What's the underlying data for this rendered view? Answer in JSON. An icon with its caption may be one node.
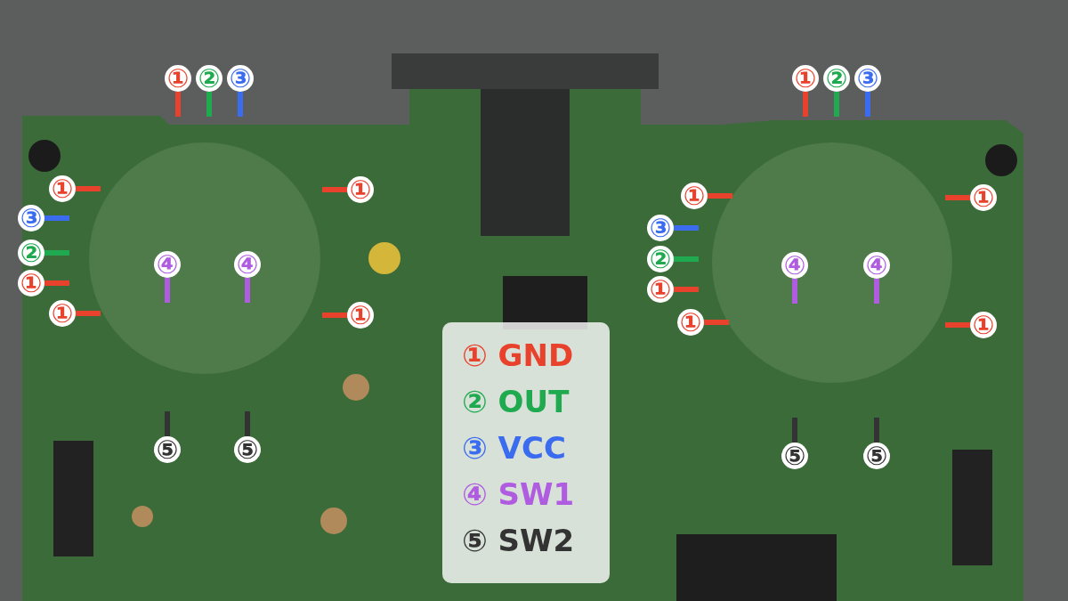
{
  "diagram": {
    "nodes": [
      {
        "text": [
          "①"
        ]
      },
      {
        "text": [
          "②"
        ]
      },
      {
        "text": [
          "③"
        ]
      },
      {
        "text": [
          "①"
        ]
      },
      {
        "text": [
          "②"
        ]
      },
      {
        "text": [
          "③"
        ]
      },
      {
        "text": [
          "①"
        ]
      },
      {
        "text": [
          "①"
        ]
      },
      {
        "text": [
          "①"
        ]
      },
      {
        "text": [
          "①"
        ]
      },
      {
        "text": [
          "③"
        ]
      },
      {
        "text": [
          "③"
        ]
      },
      {
        "text": [
          "②"
        ]
      },
      {
        "text": [
          "②"
        ]
      },
      {
        "text": [
          "④"
        ]
      },
      {
        "text": [
          "④"
        ]
      },
      {
        "text": [
          "④"
        ]
      },
      {
        "text": [
          "④"
        ]
      },
      {
        "text": [
          "①"
        ]
      },
      {
        "text": [
          "①"
        ]
      },
      {
        "text": [
          "①"
        ]
      },
      {
        "text": [
          "①"
        ]
      },
      {
        "text": [
          "①"
        ]
      },
      {
        "text": [
          "①"
        ]
      },
      {
        "text": [
          "⑤"
        ]
      },
      {
        "text": [
          "⑤"
        ]
      },
      {
        "text": [
          "⑤"
        ]
      },
      {
        "text": [
          "⑤"
        ]
      }
    ],
    "edges": [
      {
        "from": 0,
        "to": null,
        "arrow": "none"
      },
      {
        "from": 1,
        "to": null,
        "arrow": "none",
        "color": "#1faa4f"
      },
      {
        "from": 2,
        "to": null,
        "arrow": "none",
        "color": "#3b6cf0"
      },
      {
        "from": 3,
        "to": null,
        "arrow": "none"
      },
      {
        "from": 4,
        "to": null,
        "arrow": "none",
        "color": "#1faa4f"
      },
      {
        "from": 5,
        "to": null,
        "arrow": "none",
        "color": "#3b6cf0"
      },
      {
        "from": 6,
        "to": null,
        "arrow": "none"
      },
      {
        "from": 7,
        "to": null,
        "arrow": "none"
      },
      {
        "from": 8,
        "to": null,
        "arrow": "none"
      },
      {
        "from": 9,
        "to": null,
        "arrow": "none"
      },
      {
        "from": 10,
        "to": null,
        "arrow": "none",
        "color": "#3b6cf0"
      },
      {
        "from": 11,
        "to": null,
        "arrow": "none",
        "color": "#3b6cf0"
      },
      {
        "from": 12,
        "to": null,
        "arrow": "none",
        "color": "#1faa4f"
      },
      {
        "from": 13,
        "to": null,
        "arrow": "none",
        "color": "#1faa4f"
      },
      {
        "from": 14,
        "to": null,
        "arrow": "none",
        "color": "#b05ce0"
      },
      {
        "from": 15,
        "to": null,
        "arrow": "none",
        "color": "#b05ce0"
      },
      {
        "from": 16,
        "to": null,
        "arrow": "none",
        "color": "#b05ce0"
      },
      {
        "from": 17,
        "to": null,
        "arrow": "none",
        "color": "#b05ce0"
      },
      {
        "from": 18,
        "to": null,
        "arrow": "none"
      },
      {
        "from": 19,
        "to": null,
        "arrow": "none"
      },
      {
        "from": 20,
        "to": null,
        "arrow": "none"
      },
      {
        "from": 21,
        "to": null,
        "arrow": "none"
      },
      {
        "from": 22,
        "to": null,
        "arrow": "none"
      },
      {
        "from": 23,
        "to": null,
        "arrow": "none"
      },
      {
        "from": 24,
        "to": null,
        "arrow": "none",
        "color": "#333333"
      },
      {
        "from": 25,
        "to": null,
        "arrow": "none",
        "color": "#333333"
      },
      {
        "from": 26,
        "to": null,
        "arrow": "none",
        "color": "#333333"
      },
      {
        "from": 27,
        "to": null,
        "arrow": "none",
        "color": "#333333"
      }
    ],
    "legend": [
      {
        "text": "① GND",
        "color": "#e8412c"
      },
      {
        "text": "② OUT",
        "color": "#1faa4f"
      },
      {
        "text": "③ VCC",
        "color": "#3b6cf0"
      },
      {
        "text": "④ SW1",
        "color": "#b05ce0"
      },
      {
        "text": "⑤ SW2",
        "color": "#333333"
      }
    ]
  }
}
